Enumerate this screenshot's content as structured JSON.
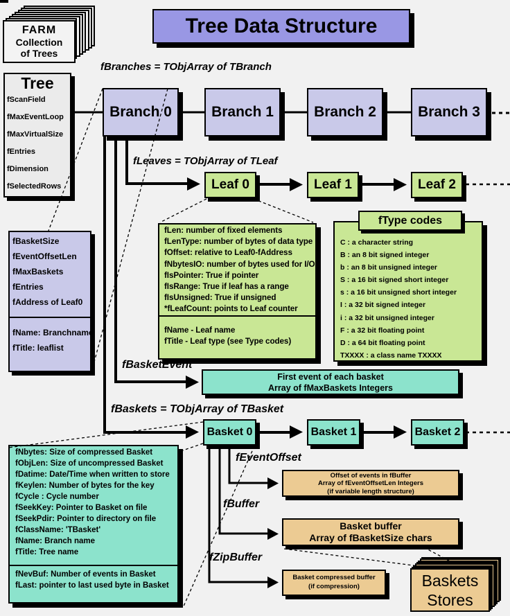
{
  "colors": {
    "bg": "#f1f1f1",
    "purple": "#9997e4",
    "lavender": "#c9c9e9",
    "green": "#c9e795",
    "teal": "#8ce3cc",
    "tan": "#eccb93",
    "graybox": "#ebebeb",
    "page": "#f3f3f3"
  },
  "farm_stack": {
    "line1": "FARM",
    "line2": "Collection",
    "line3": "of Trees"
  },
  "title": "Tree Data Structure",
  "labels": {
    "branches": "fBranches = TObjArray of TBranch",
    "leaves": "fLeaves = TObjArray of TLeaf",
    "basket_event": "fBasketEvent",
    "baskets": "fBaskets = TObjArray of TBasket",
    "event_offset": "fEventOffset",
    "buffer": "fBuffer",
    "zip_buffer": "fZipBuffer"
  },
  "tree": {
    "title": "Tree",
    "fields": [
      "fScanField",
      "fMaxEventLoop",
      "fMaxVirtualSize",
      "fEntries",
      "fDimension",
      "fSelectedRows"
    ]
  },
  "branches": [
    "Branch 0",
    "Branch 1",
    "Branch 2",
    "Branch 3"
  ],
  "leaves": [
    "Leaf 0",
    "Leaf 1",
    "Leaf 2"
  ],
  "baskets": [
    "Basket 0",
    "Basket 1",
    "Basket 2"
  ],
  "branch_detail": {
    "fields": [
      "fBasketSize",
      "fEventOffsetLen",
      "fMaxBaskets",
      "fEntries",
      "fAddress of Leaf0"
    ],
    "names": [
      "fName: Branchname",
      "fTitle: leaflist"
    ]
  },
  "leaf_detail": {
    "fields": [
      "fLen: number of fixed elements",
      "fLenType: number of bytes of data type",
      "fOffset: relative to Leaf0-fAddress",
      "fNbytesIO: number of bytes used for I/O",
      "fIsPointer: True if pointer",
      "fIsRange: True if leaf has a range",
      "fIsUnsigned: True if unsigned",
      "*fLeafCount: points to Leaf counter"
    ],
    "names": [
      "fName - Leaf name",
      "fTitle - Leaf type (see Type codes)"
    ]
  },
  "ftype": {
    "title": "fType codes",
    "codes": [
      "C : a character string",
      "B : an 8 bit signed integer",
      "b : an 8 bit unsigned integer",
      "S : a 16 bit signed short integer",
      "s : a 16 bit unsigned short integer",
      "I : a 32 bit signed integer",
      "i : a 32 bit unsigned integer",
      "F : a 32 bit floating point",
      "D : a 64 bit floating point",
      "TXXXX : a class name TXXXX"
    ]
  },
  "first_event_box": {
    "line1": "First event of each basket",
    "line2": "Array of fMaxBaskets Integers"
  },
  "basket_detail": {
    "fields": [
      "fNbytes: Size of compressed Basket",
      "fObjLen: Size of uncompressed Basket",
      "fDatime: Date/Time when written to store",
      "fKeylen: Number of bytes for the key",
      "fCycle : Cycle number",
      "fSeekKey: Pointer to Basket on file",
      "fSeekPdir: Pointer to directory on file",
      "fClassName: 'TBasket'",
      "fName: Branch name",
      "fTitle: Tree name"
    ],
    "extras": [
      "fNevBuf: Number of events in Basket",
      "fLast: pointer to last used byte in Basket"
    ]
  },
  "event_offset_box": {
    "line1": "Offset of events in fBuffer",
    "line2": "Array of fEventOffsetLen Integers",
    "line3": "(if variable length structure)"
  },
  "buffer_box": {
    "line1": "Basket buffer",
    "line2": "Array of fBasketSize chars"
  },
  "zip_box": {
    "line1": "Basket compressed buffer",
    "line2": "(if compression)"
  },
  "baskets_stack": {
    "line1": "Baskets",
    "line2": "Stores"
  }
}
